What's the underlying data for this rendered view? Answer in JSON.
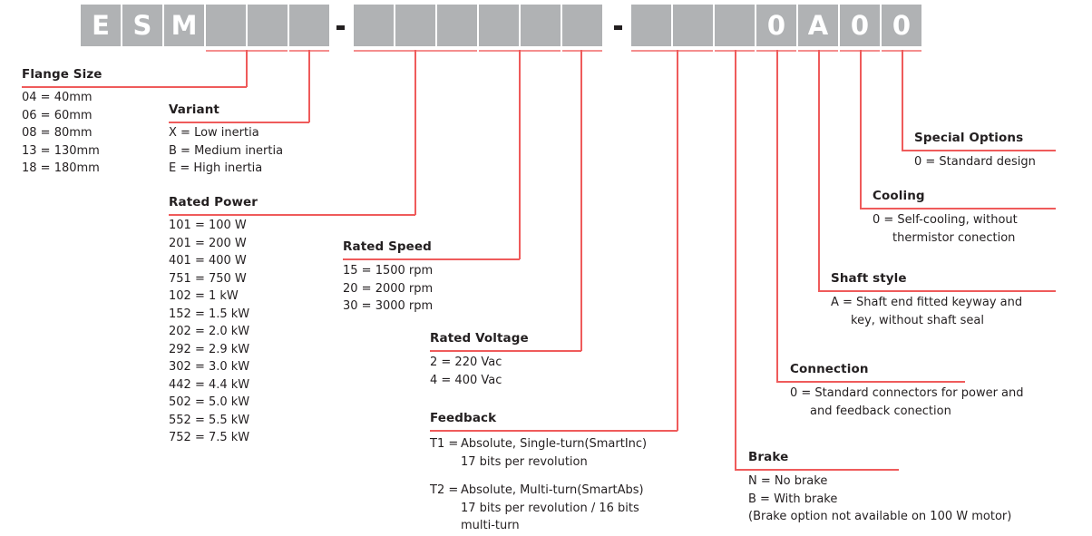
{
  "diagram": {
    "title": "ESM servo motor part number key",
    "accent_color": "#ef5b5b",
    "box_color": "#b0b2b4",
    "text_color": "#231f20"
  },
  "part_number": {
    "cells": [
      {
        "char": "E",
        "filled": true
      },
      {
        "char": "S",
        "filled": true
      },
      {
        "char": "M",
        "filled": true
      },
      {
        "char": "",
        "filled": false
      },
      {
        "char": "",
        "filled": false
      },
      {
        "char": "",
        "filled": false
      },
      {
        "char": "",
        "filled": false
      },
      {
        "char": "",
        "filled": false
      },
      {
        "char": "",
        "filled": false
      },
      {
        "char": "",
        "filled": false
      },
      {
        "char": "",
        "filled": false
      },
      {
        "char": "",
        "filled": false
      },
      {
        "char": "",
        "filled": false
      },
      {
        "char": "",
        "filled": false
      },
      {
        "char": "",
        "filled": false
      },
      {
        "char": "0",
        "filled": true
      },
      {
        "char": "A",
        "filled": true
      },
      {
        "char": "0",
        "filled": true
      },
      {
        "char": "0",
        "filled": true
      }
    ],
    "separators": [
      "-",
      "-"
    ]
  },
  "sections": {
    "flange_size": {
      "heading": "Flange Size",
      "rows": [
        "04 = 40mm",
        "06 = 60mm",
        "08 = 80mm",
        "13 = 130mm",
        "18 = 180mm"
      ]
    },
    "variant": {
      "heading": "Variant",
      "rows": [
        "X = Low inertia",
        "B = Medium inertia",
        "E = High inertia"
      ]
    },
    "rated_power": {
      "heading": "Rated Power",
      "rows": [
        "101 = 100 W",
        "201 = 200 W",
        "401 = 400 W",
        "751 = 750 W",
        "102 = 1 kW",
        "152 = 1.5 kW",
        "202 = 2.0 kW",
        "292 = 2.9 kW",
        "302 = 3.0 kW",
        "442 = 4.4 kW",
        "502 = 5.0 kW",
        "552 = 5.5 kW",
        "752 = 7.5 kW"
      ]
    },
    "rated_speed": {
      "heading": "Rated Speed",
      "rows": [
        "15 = 1500 rpm",
        "20 = 2000 rpm",
        "30 = 3000 rpm"
      ]
    },
    "rated_voltage": {
      "heading": "Rated Voltage",
      "rows": [
        "2 = 220 Vac",
        "4 = 400 Vac"
      ]
    },
    "feedback": {
      "heading": "Feedback",
      "entries": [
        {
          "key": "T1 =",
          "value": "Absolute, Single-turn(SmartInc)\n17 bits per revolution"
        },
        {
          "key": "T2 =",
          "value": "Absolute, Multi-turn(SmartAbs)\n17 bits per revolution / 16 bits\nmulti-turn"
        }
      ]
    },
    "brake": {
      "heading": "Brake",
      "rows": [
        "N = No brake",
        "B = With brake",
        "(Brake option not available on 100 W motor)"
      ]
    },
    "connection": {
      "heading": "Connection",
      "rows": [
        "0 = Standard connectors for power and",
        "and feedback conection"
      ]
    },
    "shaft_style": {
      "heading": "Shaft style",
      "rows": [
        "A = Shaft end fitted keyway and",
        "key, without shaft seal"
      ]
    },
    "cooling": {
      "heading": "Cooling",
      "rows": [
        "0 = Self-cooling, without",
        "thermistor conection"
      ]
    },
    "special_options": {
      "heading": "Special Options",
      "rows": [
        "0 = Standard design"
      ]
    }
  }
}
